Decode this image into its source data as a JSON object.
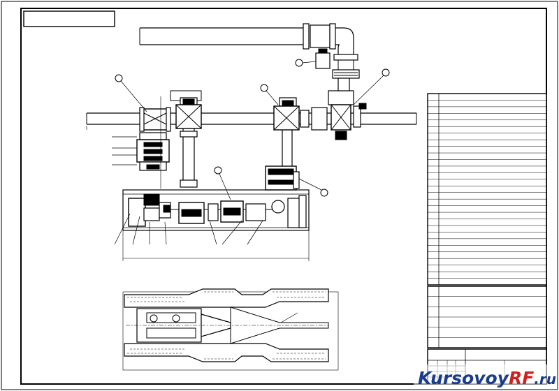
{
  "sheet": {
    "stamp_code": "",
    "title_code": "",
    "view_label": ""
  },
  "callouts": {
    "c1": "",
    "c2": "",
    "c3": "",
    "c4": "",
    "c5": "",
    "c6": "",
    "c7": "",
    "c8": ""
  },
  "legend_rows": [
    "",
    "",
    "",
    "",
    "",
    "",
    "",
    "",
    "",
    "",
    "",
    "",
    "",
    "",
    "",
    "",
    "",
    "",
    "",
    "",
    "",
    "",
    "",
    "",
    "",
    "",
    "",
    "",
    ""
  ],
  "spec_rows": [
    "",
    "",
    "",
    "",
    "",
    ""
  ],
  "watermark": {
    "brand": "Kursovoy",
    "brand_suffix": "RF",
    "domain": ".ru",
    "colors": {
      "brand": "#1a3c8c",
      "suffix": "#d02020",
      "domain": "#1a3c8c"
    }
  }
}
